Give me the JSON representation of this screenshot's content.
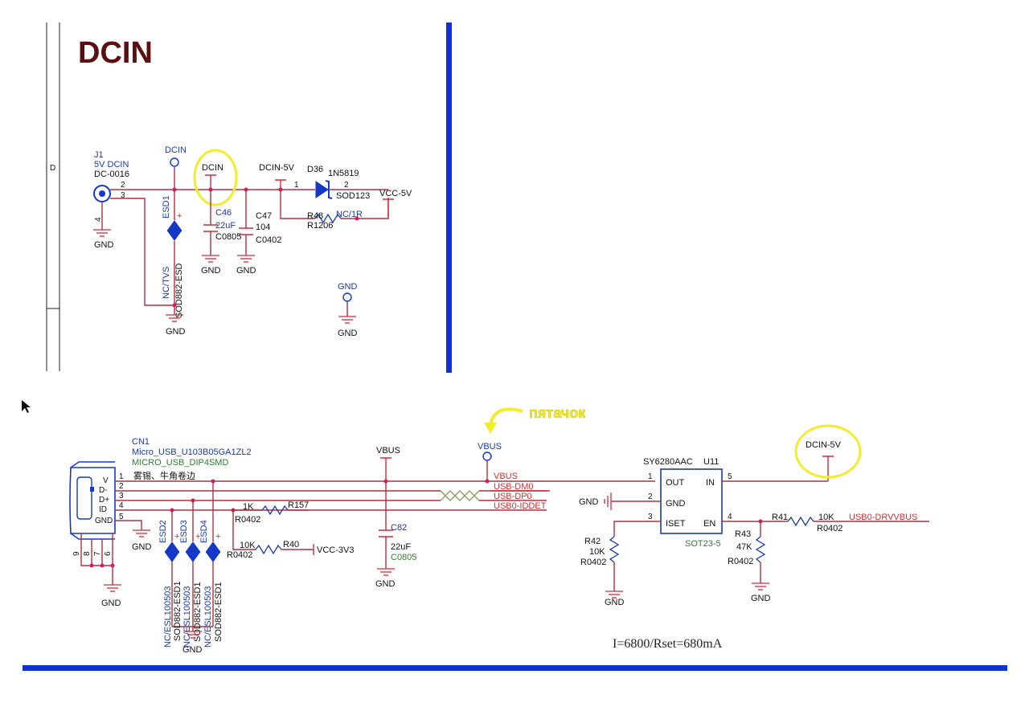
{
  "title": "DCIN",
  "sheet_zone": "D",
  "annotation": "пятачок",
  "formula": "I=6800/Rset=680mA",
  "colors": {
    "divider": "#1030d8",
    "highlight": "#f2ec2a",
    "title": "#5a1010",
    "annotation": "#f2ec2a"
  },
  "top": {
    "j1": {
      "ref": "J1",
      "value": "5V DCIN",
      "part": "DC-0016",
      "pin2": "2",
      "pin3": "3",
      "pin4": "4"
    },
    "gnd_label": "GND",
    "dcin_port": "DCIN",
    "dcin_net": "DCIN",
    "dcin5v_net": "DCIN-5V",
    "vcc5v": "VCC-5V",
    "esd1": {
      "ref": "ESD1",
      "value": "NC/TVS",
      "pkg": "SOD882-ESD",
      "plus": "+"
    },
    "c46": {
      "ref": "C46",
      "value": "22uF",
      "pkg": "C0805"
    },
    "c47": {
      "ref": "C47",
      "value": "104",
      "pkg": "C0402"
    },
    "d36": {
      "ref": "D36",
      "value": "1N5819",
      "pkg": "SOD123",
      "pin1": "1",
      "pin2": "2"
    },
    "r48": {
      "ref": "R48",
      "value": "NC/1R",
      "pkg": "R1206"
    },
    "gnd_port": "GND"
  },
  "bottom": {
    "cn1": {
      "ref": "CN1",
      "part": "Micro_USB_U103B05GA1ZL2",
      "footprint": "MICRO_USB_DIP4SMD",
      "pins": [
        "1",
        "2",
        "3",
        "4",
        "5"
      ],
      "pin_names": [
        "V",
        "D-",
        "D+",
        "ID",
        "GND"
      ],
      "shell_pins": [
        "9",
        "8",
        "7",
        "6"
      ],
      "note": "雾锡、牛角卷边"
    },
    "nets": [
      "VBUS",
      "USB-DM0",
      "USB-DP0",
      "USB0-IDDET"
    ],
    "esd": [
      {
        "ref": "ESD2",
        "value": "NC/ESL100503",
        "pkg": "SOD882-ESD1"
      },
      {
        "ref": "ESD3",
        "value": "NC/ESL100503",
        "pkg": "SOD882-ESD1"
      },
      {
        "ref": "ESD4",
        "value": "NC/ESL100503",
        "pkg": "SOD882-ESD1"
      }
    ],
    "r157": {
      "ref": "R157",
      "value": "1K",
      "pkg": "R0402"
    },
    "r40": {
      "ref": "R40",
      "value": "10K",
      "pkg": "R0402"
    },
    "vcc3v3": "VCC-3V3",
    "vbus_tag": "VBUS",
    "vbus_port": "VBUS",
    "c82": {
      "ref": "C82",
      "value": "22uF",
      "pkg": "C0805"
    },
    "u11": {
      "ref": "U11",
      "part": "SY6280AAC",
      "pkg": "SOT23-5",
      "pins": [
        "1",
        "2",
        "3",
        "4",
        "5"
      ],
      "pin_names": [
        "OUT",
        "GND",
        "ISET",
        "EN",
        "IN"
      ]
    },
    "gnd_side": "GND",
    "r42": {
      "ref": "R42",
      "value": "10K",
      "pkg": "R0402"
    },
    "r43": {
      "ref": "R43",
      "value": "47K",
      "pkg": "R0402"
    },
    "r41": {
      "ref": "R41",
      "value": "10K",
      "pkg": "R0402"
    },
    "drvvbus": "USB0-DRVVBUS",
    "dcin5v": "DCIN-5V",
    "gnd": "GND",
    "plus": "+"
  }
}
